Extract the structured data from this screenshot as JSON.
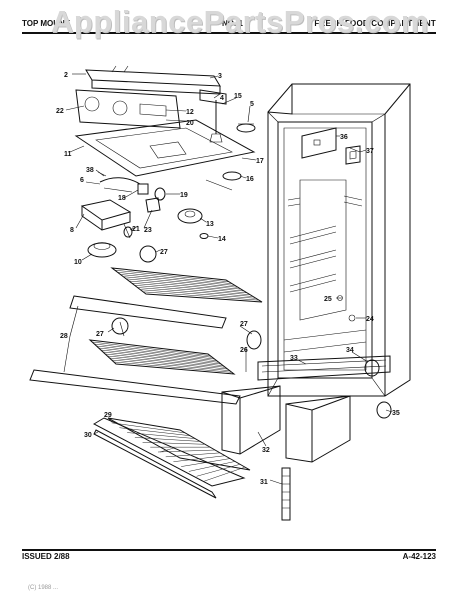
{
  "watermark": "AppliancePartsPros.com",
  "header": {
    "left": "TOP MOUNT",
    "middle": "NO. 1",
    "right": "FRESH FOOD COMPARTMENT"
  },
  "footer": {
    "issued": "ISSUED 2/88",
    "code": "A-42-123",
    "tiny": "(C) 1988 ..."
  },
  "callouts": {
    "c2": "2",
    "c3": "3",
    "c4": "4",
    "c5": "5",
    "c6": "6",
    "c8": "8",
    "c10": "10",
    "c11": "11",
    "c12": "12",
    "c13": "13",
    "c14": "14",
    "c15": "15",
    "c16": "16",
    "c17": "17",
    "c18": "18",
    "c19": "19",
    "c20": "20",
    "c21": "21",
    "c22": "22",
    "c23": "23",
    "c24": "24",
    "c25": "25",
    "c26": "26",
    "c27a": "27",
    "c27b": "27",
    "c27c": "27",
    "c28": "28",
    "c29": "29",
    "c30": "30",
    "c31": "31",
    "c32": "32",
    "c33": "33",
    "c34": "34",
    "c35": "35",
    "c36": "36",
    "c37": "37",
    "c38": "38"
  }
}
